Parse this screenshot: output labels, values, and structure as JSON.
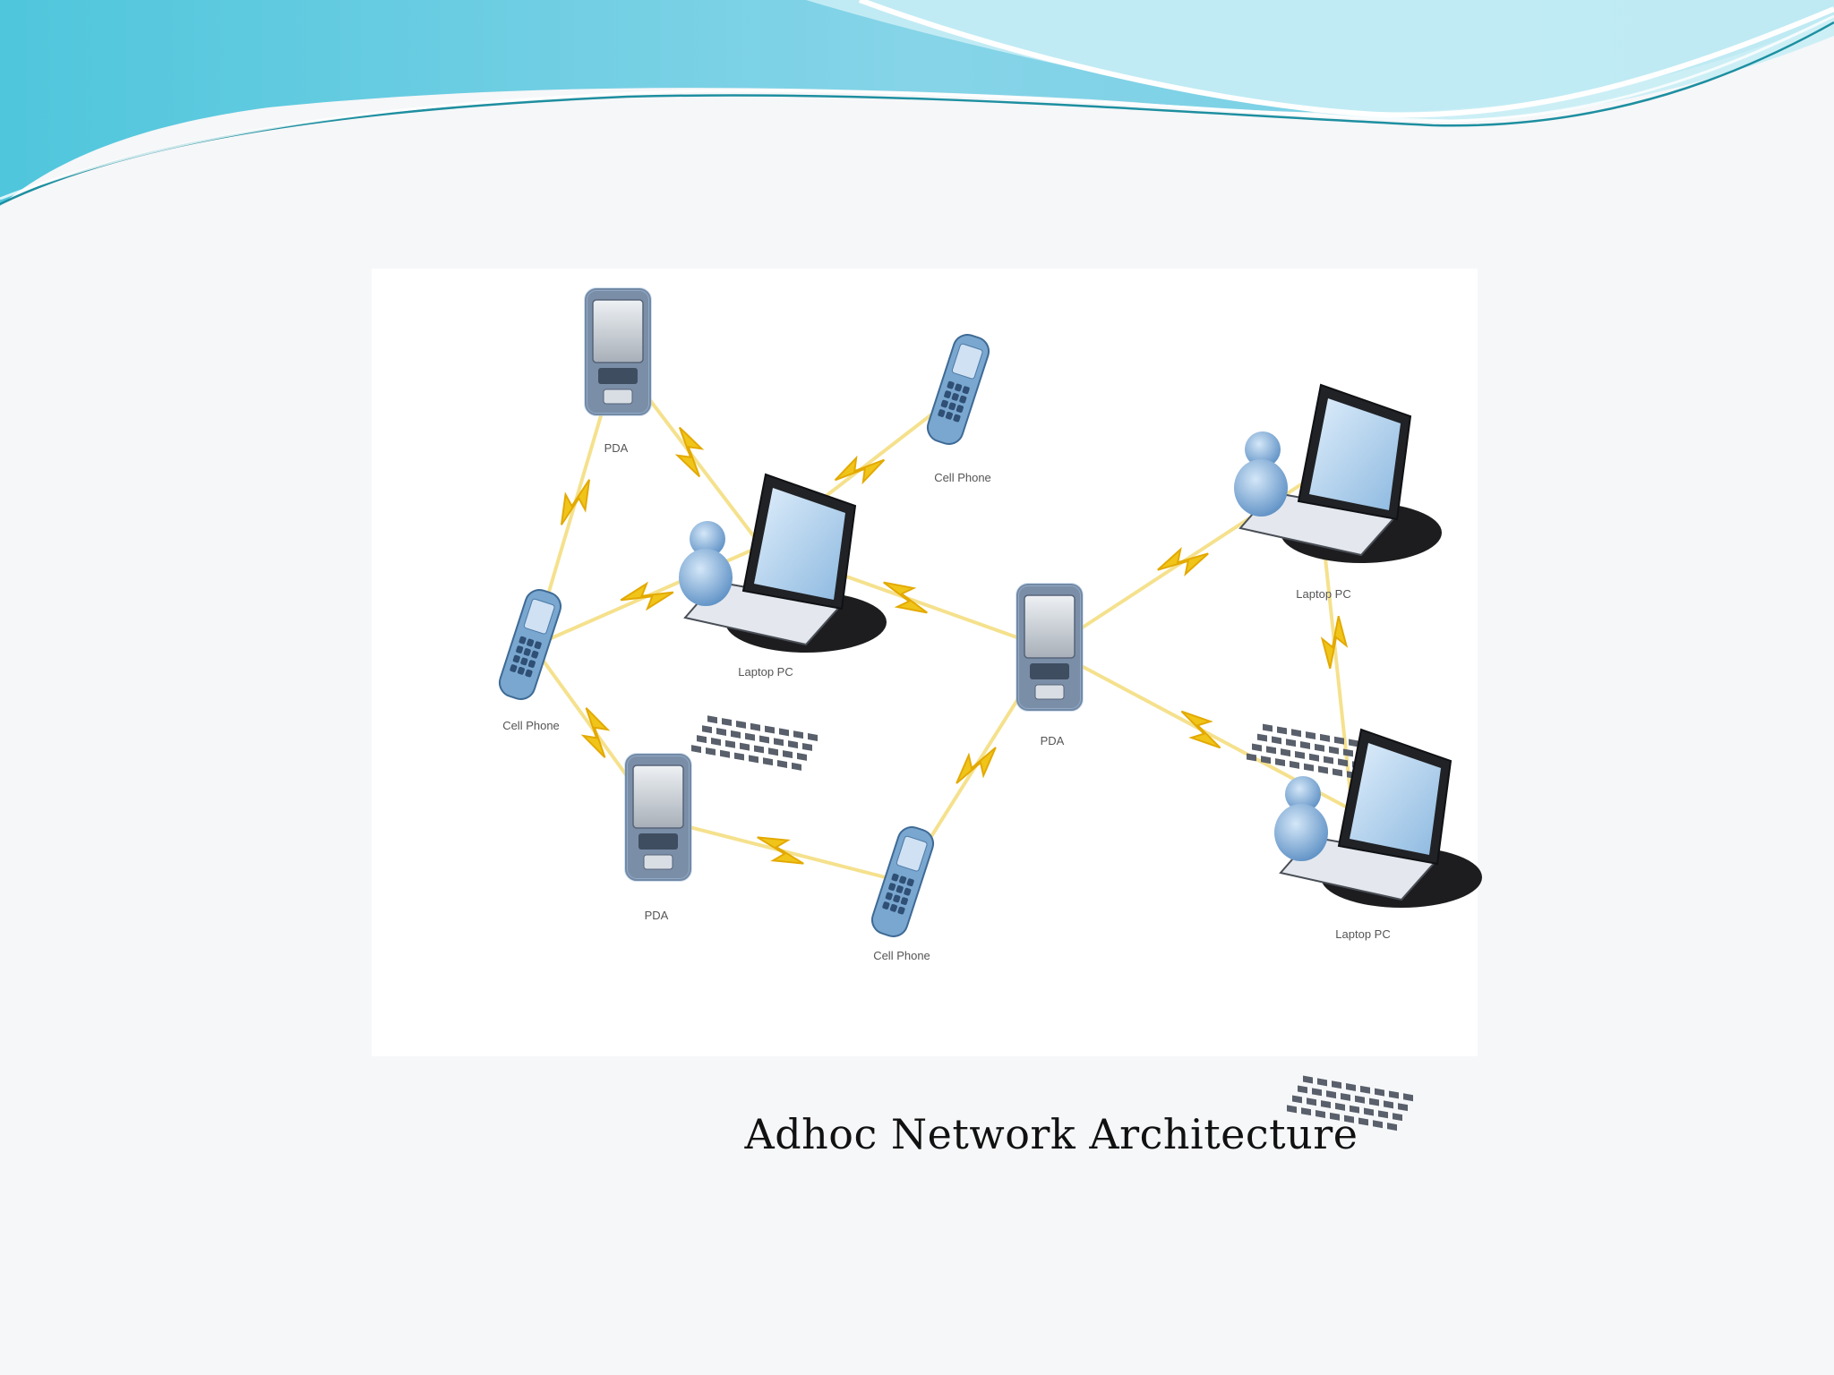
{
  "slide": {
    "caption": "Adhoc Network Architecture"
  },
  "diagram": {
    "nodes": [
      {
        "id": "pda-top",
        "kind": "pda",
        "label": "PDA"
      },
      {
        "id": "cell-top",
        "kind": "cell-phone",
        "label": "Cell Phone"
      },
      {
        "id": "laptop-center",
        "kind": "laptop",
        "label": "Laptop PC"
      },
      {
        "id": "cell-left",
        "kind": "cell-phone",
        "label": "Cell Phone"
      },
      {
        "id": "pda-middle",
        "kind": "pda",
        "label": "PDA"
      },
      {
        "id": "laptop-right-top",
        "kind": "laptop",
        "label": "Laptop PC"
      },
      {
        "id": "laptop-right-bottom",
        "kind": "laptop",
        "label": "Laptop PC"
      },
      {
        "id": "pda-bottom",
        "kind": "pda",
        "label": "PDA"
      },
      {
        "id": "cell-bottom",
        "kind": "cell-phone",
        "label": "Cell Phone"
      }
    ],
    "links": [
      [
        "pda-top",
        "laptop-center"
      ],
      [
        "pda-top",
        "cell-left"
      ],
      [
        "cell-top",
        "laptop-center"
      ],
      [
        "cell-left",
        "laptop-center"
      ],
      [
        "cell-left",
        "pda-bottom"
      ],
      [
        "laptop-center",
        "pda-middle"
      ],
      [
        "pda-bottom",
        "cell-bottom"
      ],
      [
        "cell-bottom",
        "pda-middle"
      ],
      [
        "pda-middle",
        "laptop-right-top"
      ],
      [
        "pda-middle",
        "laptop-right-bottom"
      ],
      [
        "laptop-right-top",
        "laptop-right-bottom"
      ]
    ],
    "colors": {
      "link": "#f2d867",
      "bolt": "#f0c419",
      "device_blue": "#7aa7cf",
      "screen": "#9fc6e6",
      "wave_light": "#a9e1ef",
      "wave_deep": "#5cc9df"
    }
  }
}
